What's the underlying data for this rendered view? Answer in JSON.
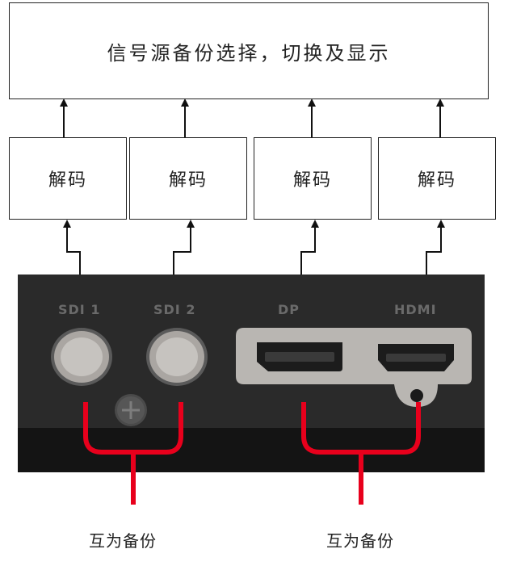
{
  "diagram": {
    "top_box_label": "信号源备份选择，切换及显示",
    "decoders": [
      "解码",
      "解码",
      "解码",
      "解码"
    ],
    "ports": [
      "SDI 1",
      "SDI 2",
      "DP",
      "HDMI"
    ],
    "captions": [
      "互为备份",
      "互为备份"
    ],
    "colors": {
      "bracket": "#e8001c",
      "panel": "#2a2a2a",
      "arrow": "#111111"
    }
  }
}
